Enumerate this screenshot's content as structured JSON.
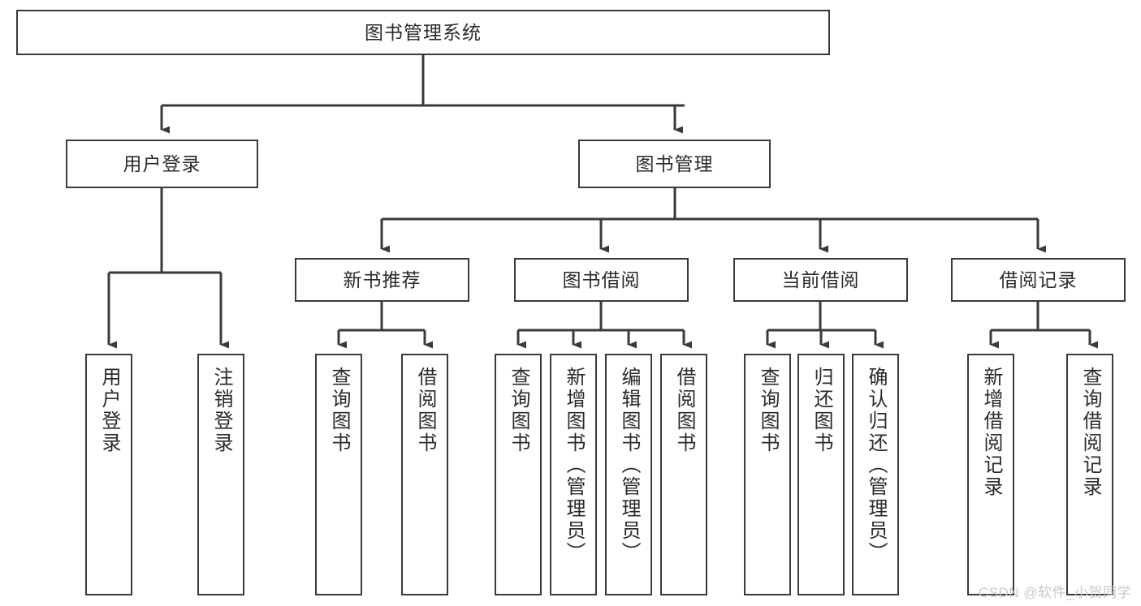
{
  "diagram": {
    "title": "图书管理系统",
    "type": "tree-hierarchy-diagram",
    "watermark": "CSDN @软件_小贺同学",
    "colors": {
      "stroke": "#3a3a3a",
      "fill": "#ffffff",
      "text": "#2b2b2b",
      "watermark": "#c9c9c9"
    },
    "root": {
      "label": "图书管理系统"
    },
    "level1": [
      {
        "id": "user-login",
        "label": "用户登录"
      },
      {
        "id": "book-management",
        "label": "图书管理"
      }
    ],
    "level2": [
      {
        "id": "new-book-recommend",
        "label": "新书推荐",
        "parent": "book-management"
      },
      {
        "id": "book-borrow",
        "label": "图书借阅",
        "parent": "book-management"
      },
      {
        "id": "current-borrow",
        "label": "当前借阅",
        "parent": "book-management"
      },
      {
        "id": "borrow-record",
        "label": "借阅记录",
        "parent": "book-management"
      }
    ],
    "leaves": {
      "user-login": [
        {
          "id": "leaf-user-login",
          "label": "用户登录"
        },
        {
          "id": "leaf-logout",
          "label": "注销登录"
        }
      ],
      "new-book-recommend": [
        {
          "id": "leaf-query-book-1",
          "label": "查询图书"
        },
        {
          "id": "leaf-borrow-book-1",
          "label": "借阅图书"
        }
      ],
      "book-borrow": [
        {
          "id": "leaf-query-book-2",
          "label": "查询图书"
        },
        {
          "id": "leaf-add-book",
          "label": "新增图书（管理员）"
        },
        {
          "id": "leaf-edit-book",
          "label": "编辑图书（管理员）"
        },
        {
          "id": "leaf-borrow-book-2",
          "label": "借阅图书"
        }
      ],
      "current-borrow": [
        {
          "id": "leaf-query-book-3",
          "label": "查询图书"
        },
        {
          "id": "leaf-return-book",
          "label": "归还图书"
        },
        {
          "id": "leaf-confirm-return",
          "label": "确认归还（管理员）"
        }
      ],
      "borrow-record": [
        {
          "id": "leaf-add-record",
          "label": "新增借阅记录"
        },
        {
          "id": "leaf-query-record",
          "label": "查询借阅记录"
        }
      ]
    }
  }
}
